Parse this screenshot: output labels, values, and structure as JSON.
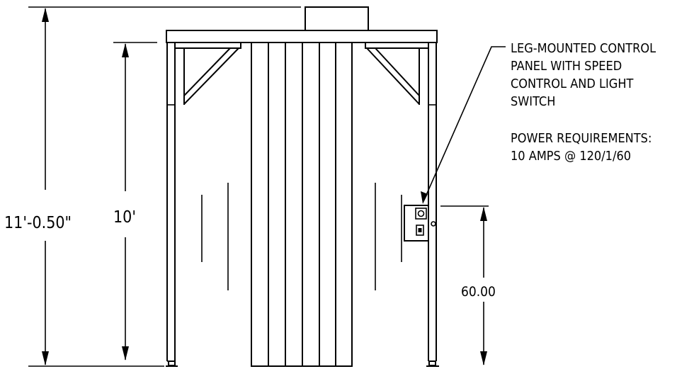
{
  "dimensions": {
    "overall_height": "11'-0.50\"",
    "frame_height": "10'",
    "panel_height": "60.00"
  },
  "callouts": {
    "control_panel": [
      "LEG-MOUNTED CONTROL",
      "PANEL WITH SPEED",
      "CONTROL AND LIGHT",
      "SWITCH"
    ],
    "power": [
      "POWER REQUIREMENTS:",
      "10 AMPS @ 120/1/60"
    ]
  }
}
